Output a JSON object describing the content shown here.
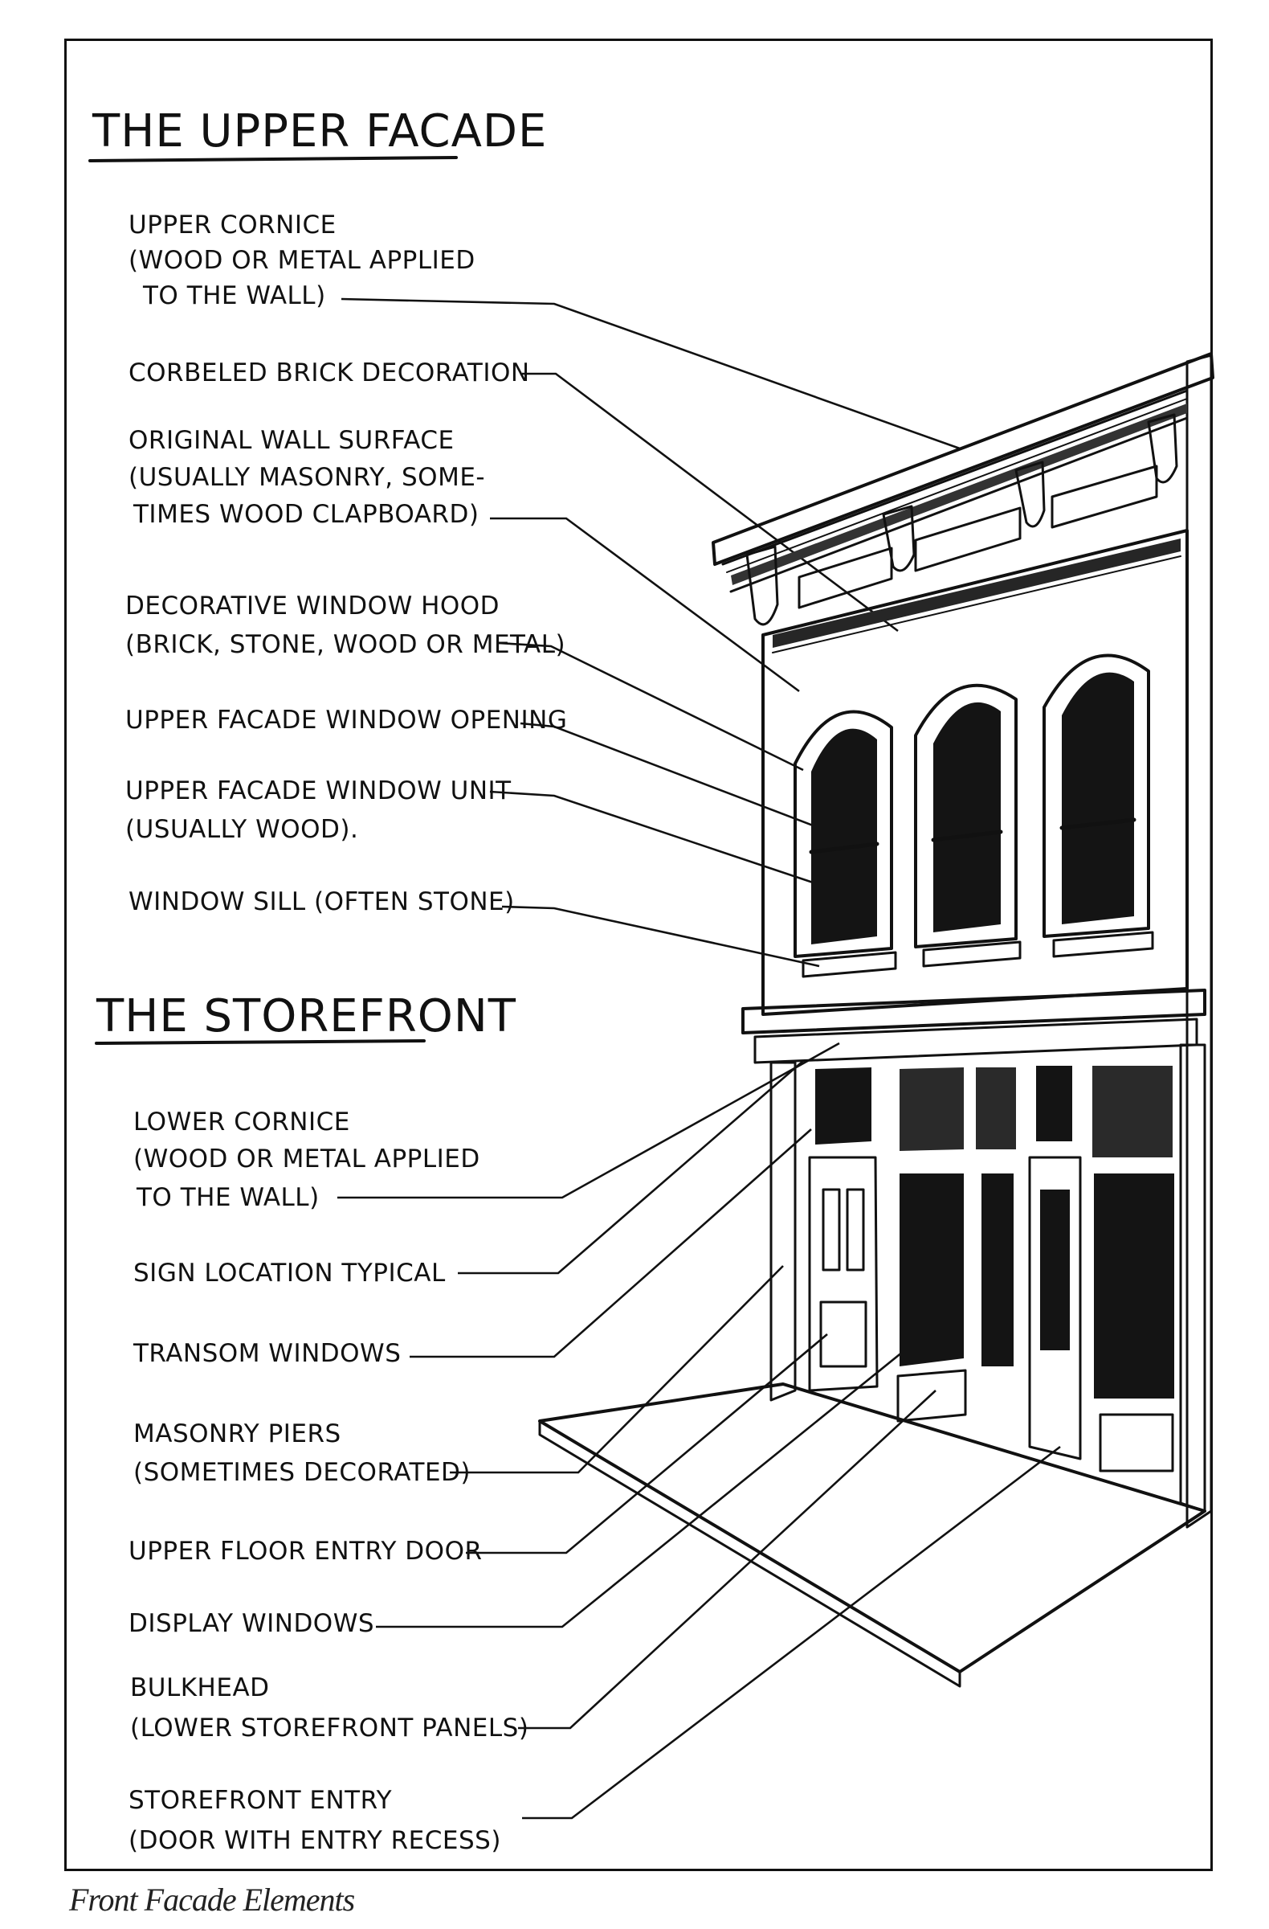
{
  "headings": {
    "upper": "THE UPPER FACADE",
    "storefront": "THE STOREFRONT"
  },
  "labels": [
    {
      "id": "upper-cornice",
      "lines": [
        "UPPER CORNICE",
        "(WOOD OR METAL APPLIED",
        "TO THE WALL)"
      ]
    },
    {
      "id": "corbeled-brick",
      "lines": [
        "CORBELED BRICK DECORATION"
      ]
    },
    {
      "id": "wall-surface",
      "lines": [
        "ORIGINAL WALL SURFACE",
        "(USUALLY MASONRY, SOME-",
        "TIMES WOOD CLAPBOARD)"
      ]
    },
    {
      "id": "window-hood",
      "lines": [
        "DECORATIVE WINDOW HOOD",
        "(BRICK, STONE, WOOD OR METAL)"
      ]
    },
    {
      "id": "window-opening",
      "lines": [
        "UPPER FACADE WINDOW OPENING"
      ]
    },
    {
      "id": "window-unit",
      "lines": [
        "UPPER FACADE WINDOW UNIT",
        "(USUALLY WOOD)."
      ]
    },
    {
      "id": "window-sill",
      "lines": [
        "WINDOW SILL (OFTEN STONE)"
      ]
    },
    {
      "id": "lower-cornice",
      "lines": [
        "LOWER CORNICE",
        "(WOOD OR METAL APPLIED",
        "TO THE WALL)"
      ]
    },
    {
      "id": "sign-location",
      "lines": [
        "SIGN LOCATION TYPICAL"
      ]
    },
    {
      "id": "transom",
      "lines": [
        "TRANSOM WINDOWS"
      ]
    },
    {
      "id": "masonry-piers",
      "lines": [
        "MASONRY PIERS",
        "(SOMETIMES DECORATED)"
      ]
    },
    {
      "id": "upper-entry",
      "lines": [
        "UPPER FLOOR ENTRY DOOR"
      ]
    },
    {
      "id": "display-windows",
      "lines": [
        "DISPLAY WINDOWS"
      ]
    },
    {
      "id": "bulkhead",
      "lines": [
        "BULKHEAD",
        "(LOWER STOREFRONT PANELS)"
      ]
    },
    {
      "id": "storefront-entry",
      "lines": [
        "STOREFRONT ENTRY",
        "(DOOR WITH ENTRY RECESS)"
      ]
    }
  ],
  "caption": "Front Facade Elements"
}
